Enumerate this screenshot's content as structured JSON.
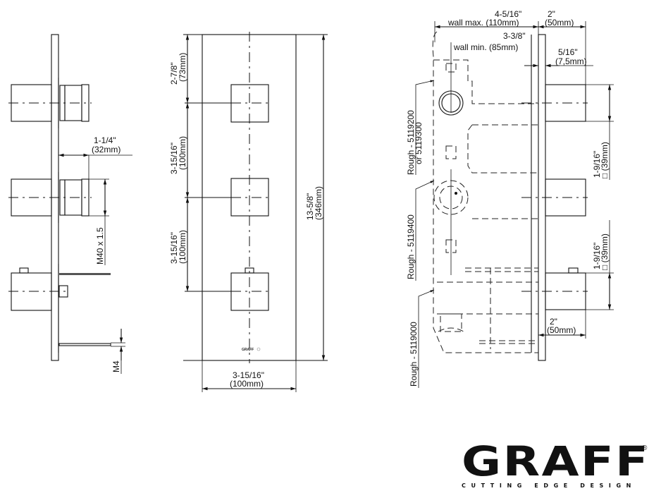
{
  "side_view": {
    "depth_label_in": "1-1/4\"",
    "depth_label_mm": "(32mm)",
    "thread_label": "M40 x 1.5",
    "screw_label": "M4"
  },
  "front_view": {
    "top_offset_in": "2-7/8\"",
    "top_offset_mm": "(73mm)",
    "spacing1_in": "3-15/16\"",
    "spacing1_mm": "(100mm)",
    "spacing2_in": "3-15/16\"",
    "spacing2_mm": "(100mm)",
    "height_in": "13-5/8\"",
    "height_mm": "(346mm)",
    "width_in": "3-15/16\"",
    "width_mm": "(100mm)",
    "plate_logo": "GRAFF"
  },
  "section_view": {
    "wall_max_in": "4-5/16\"",
    "wall_max_label": "wall max. (110mm)",
    "wall_min_in": "3-3/8\"",
    "wall_min_label": "wall min. (85mm)",
    "trim_depth_in": "2\"",
    "trim_depth_mm": "(50mm)",
    "plate_thickness_in": "5/16\"",
    "plate_thickness_mm": "(7,5mm)",
    "handle_size1_in": "1-9/16\"",
    "handle_size1_mm": "□ (39mm)",
    "handle_size2_in": "1-9/16\"",
    "handle_size2_mm": "□ (39mm)",
    "bottom_depth_in": "2\"",
    "bottom_depth_mm": "(50mm)",
    "rough1_label": "Rough - 5119200",
    "rough1_alt": "or 5119300",
    "rough2_label": "Rough - 5119400",
    "rough3_label": "Rough - 5119000"
  },
  "brand": {
    "name": "GRAFF",
    "registered": "®",
    "tagline": "CUTTING EDGE DESIGN"
  }
}
